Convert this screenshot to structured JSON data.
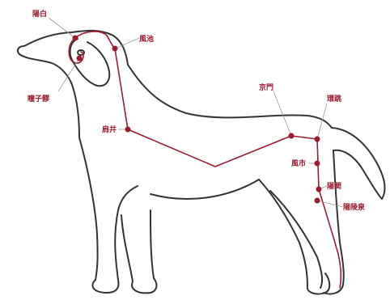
{
  "colors": {
    "meridian": "#9b1b30",
    "outline": "#333333",
    "leader": "#9a9a9a",
    "background": "#ffffff"
  },
  "points": [
    {
      "id": "p1",
      "label": "陽白"
    },
    {
      "id": "p2",
      "label": "瞳子髎"
    },
    {
      "id": "p3",
      "label": "風池"
    },
    {
      "id": "p4",
      "label": "肩井"
    },
    {
      "id": "p5",
      "label": "京門"
    },
    {
      "id": "p6",
      "label": "環跳"
    },
    {
      "id": "p7",
      "label": "風市"
    },
    {
      "id": "p8",
      "label": "陽関"
    },
    {
      "id": "p9",
      "label": "陽陵泉"
    }
  ]
}
